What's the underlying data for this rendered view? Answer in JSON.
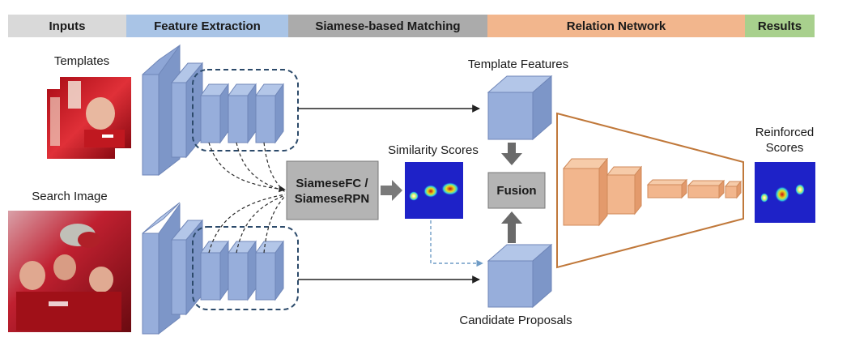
{
  "header": {
    "stages": [
      "Inputs",
      "Feature Extraction",
      "Siamese-based Matching",
      "Relation Network",
      "Results"
    ],
    "colors": [
      "#d9d9d9",
      "#a9c4e6",
      "#ababab",
      "#f2b68d",
      "#a8d08d"
    ]
  },
  "labels": {
    "templates": "Templates",
    "search_image": "Search Image",
    "template_features": "Template Features",
    "similarity_scores": "Similarity Scores",
    "siamese_line1": "SiameseFC /",
    "siamese_line2": "SiameseRPN",
    "fusion": "Fusion",
    "candidate_proposals": "Candidate Proposals",
    "reinforced_line1": "Reinforced",
    "reinforced_line2": "Scores"
  },
  "colors": {
    "cube_blue": "#97aedb",
    "cube_orange": "#f2b68d",
    "box_gray": "#b4b4b4",
    "trapezoid_stroke": "#c0783a",
    "heatmap_bg": "#1e22c8",
    "dashed_frame": "#2c4a6a"
  },
  "icons": {
    "templates_photo": "football-player-photo",
    "search_photo": "football-team-celebration-photo"
  }
}
